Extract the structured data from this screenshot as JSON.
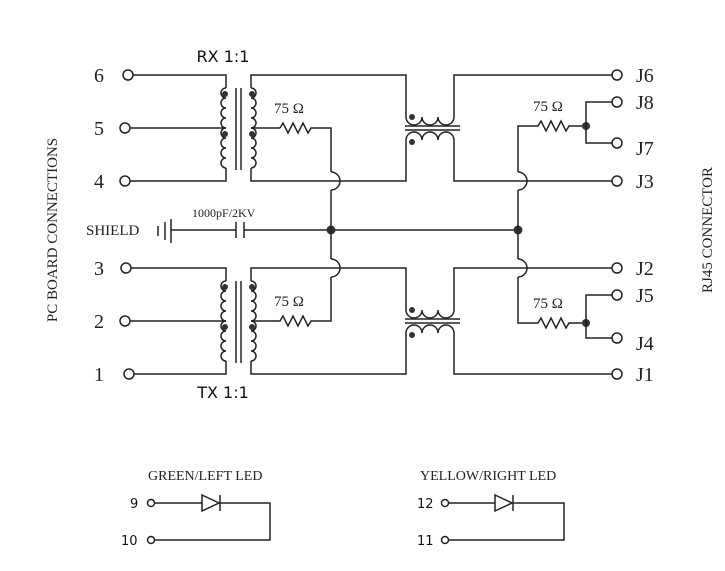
{
  "transformers": {
    "rx_label": "RX 1:1",
    "tx_label": "TX 1:1"
  },
  "resistors": {
    "r_label": "75 Ω"
  },
  "shield": {
    "label": "SHIELD",
    "capacitor_label": "1000pF/2KV"
  },
  "side_labels": {
    "left": "PC BOARD CONNECTIONS",
    "right": "RJ45 CONNECTOR"
  },
  "pc_pins": [
    "6",
    "5",
    "4",
    "3",
    "2",
    "1"
  ],
  "rj45_pins": [
    "J6",
    "J8",
    "J7",
    "J3",
    "J2",
    "J5",
    "J4",
    "J1"
  ],
  "leds": [
    {
      "title": "GREEN/LEFT LED",
      "pin_a": "9",
      "pin_k": "10"
    },
    {
      "title": "YELLOW/RIGHT LED",
      "pin_a": "12",
      "pin_k": "11"
    }
  ]
}
